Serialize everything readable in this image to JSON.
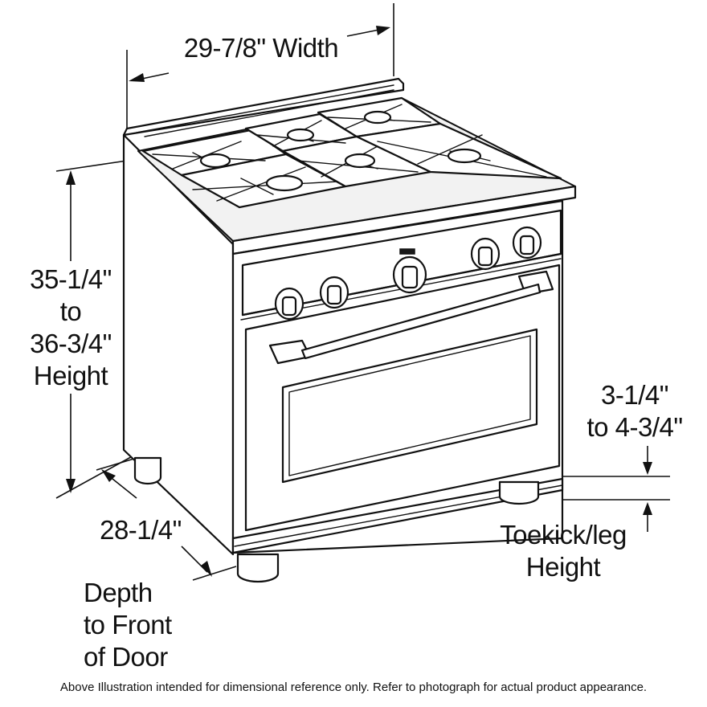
{
  "labels": {
    "width": "29-7/8\" Width",
    "height_lines": [
      "35-1/4\"",
      "to",
      "36-3/4\"",
      "Height"
    ],
    "toekick_size_lines": [
      "3-1/4\"",
      "to 4-3/4\""
    ],
    "depth_size": "28-1/4\"",
    "depth_lines": [
      "Depth",
      "to Front",
      "of Door"
    ],
    "toekick_lines": [
      "Toekick/leg",
      "Height"
    ]
  },
  "disclaimer": "Above Illustration intended for dimensional reference only. Refer to photograph for actual product appearance."
}
